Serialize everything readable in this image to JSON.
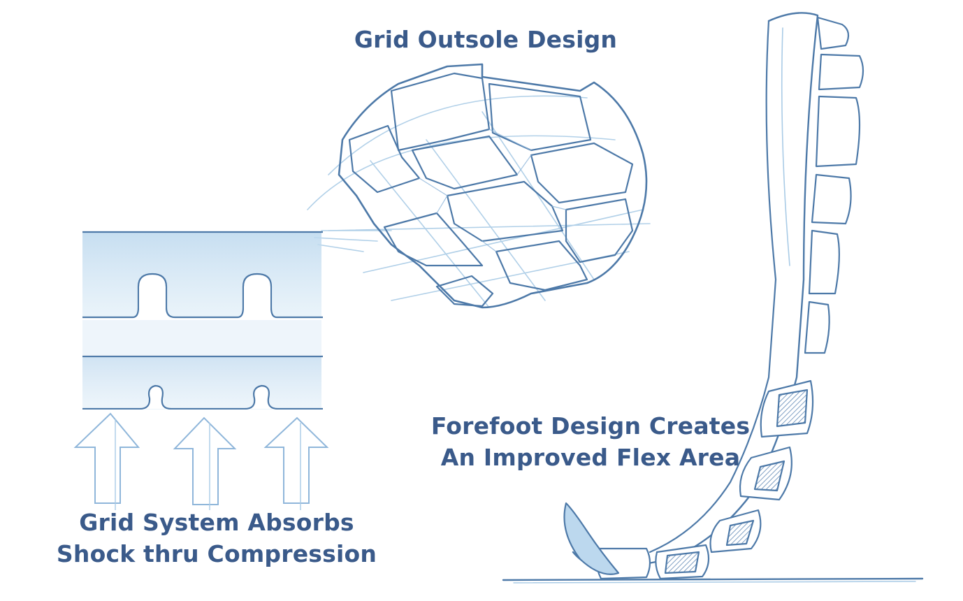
{
  "labels": {
    "title": "Grid Outsole Design",
    "forefoot_line1": "Forefoot Design Creates",
    "forefoot_line2": "An Improved Flex Area",
    "grid_line1": "Grid System Absorbs",
    "grid_line2": "Shock thru Compression"
  },
  "colors": {
    "ink": "#3a5a8a",
    "pencil_dark": "#4d79a8",
    "pencil_light": "#a9cbe6",
    "shade": "#cfe4f3",
    "paper": "#ffffff"
  }
}
